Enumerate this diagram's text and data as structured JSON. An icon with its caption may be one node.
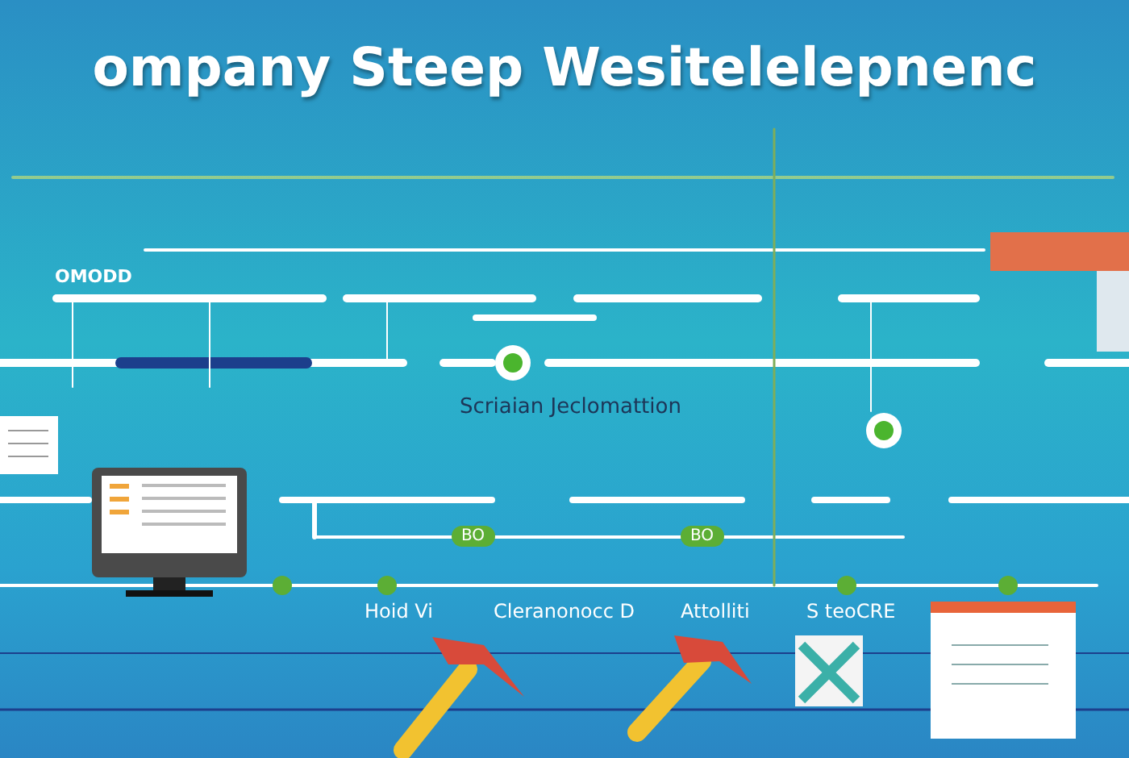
{
  "diagram": {
    "title": "ompany Steep Wesitelelepnenc",
    "labels": [
      "OMODD",
      "Scriaian Jeclomattion",
      "BO",
      "BO",
      "Hoid Vi",
      "Cleranonocc D",
      "Attolliti",
      "S teoCRE"
    ]
  }
}
